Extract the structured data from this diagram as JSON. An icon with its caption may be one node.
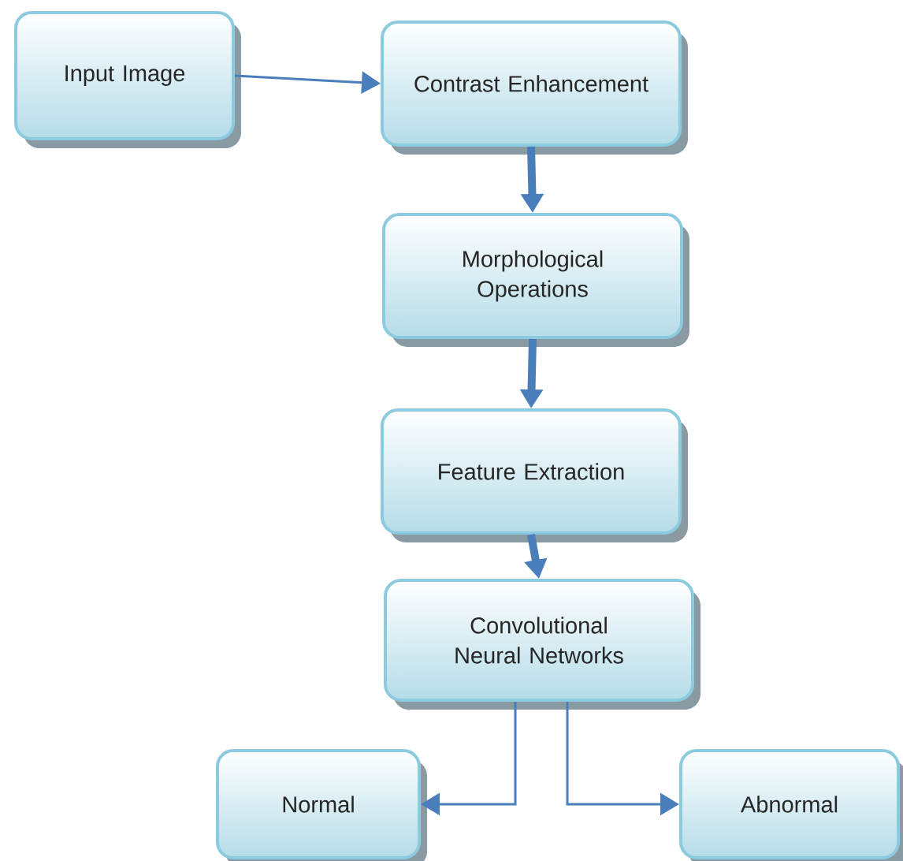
{
  "diagram": {
    "nodes": [
      {
        "text": [
          "Input Image"
        ]
      },
      {
        "text": [
          "Contrast Enhancement"
        ]
      },
      {
        "text": [
          "Morphological Operations"
        ]
      },
      {
        "text": [
          "Feature Extraction"
        ]
      },
      {
        "text": [
          "Convolutional Neural Networks"
        ]
      },
      {
        "text": [
          "Normal"
        ]
      },
      {
        "text": [
          "Abnormal"
        ]
      }
    ],
    "edges": [
      {
        "from": 0,
        "to": 1,
        "arrow": "to"
      },
      {
        "from": 1,
        "to": 2,
        "arrow": "to",
        "style": "thick"
      },
      {
        "from": 2,
        "to": 3,
        "arrow": "to",
        "style": "thick"
      },
      {
        "from": 3,
        "to": 4,
        "arrow": "to",
        "style": "thick"
      },
      {
        "from": 4,
        "to": 5,
        "arrow": "to"
      },
      {
        "from": 4,
        "to": 6,
        "arrow": "to"
      }
    ]
  }
}
